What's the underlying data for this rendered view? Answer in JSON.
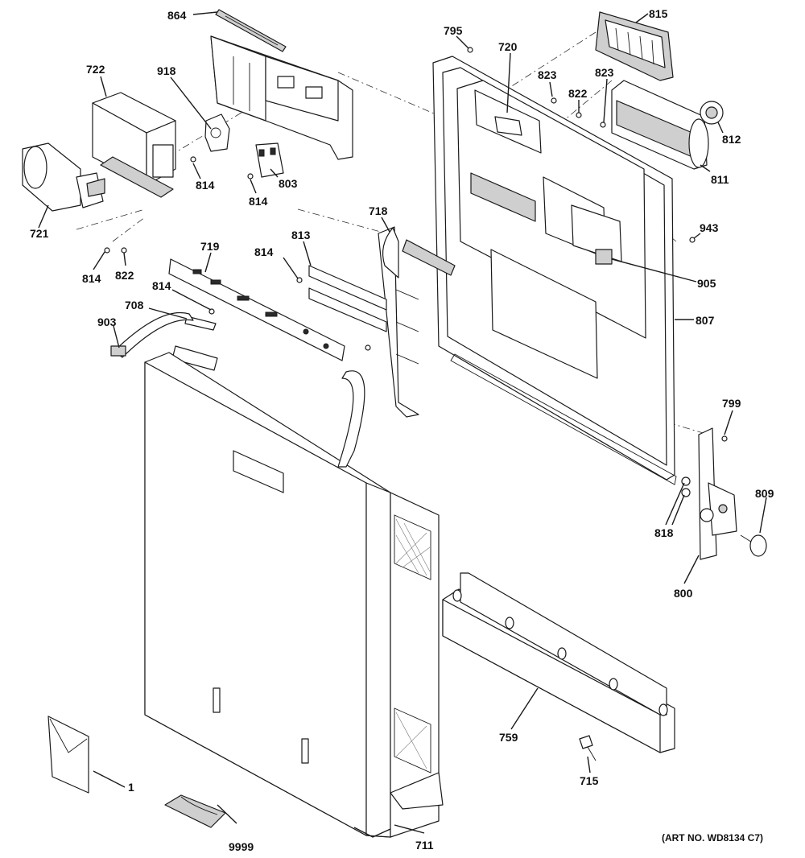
{
  "diagram": {
    "art_number": "(ART NO. WD8134 C7)",
    "callouts": {
      "c864": "864",
      "c815": "815",
      "c795": "795",
      "c720": "720",
      "c722": "722",
      "c918": "918",
      "c823a": "823",
      "c823b": "823",
      "c822a": "822",
      "c812": "812",
      "c811": "811",
      "c814a": "814",
      "c803": "803",
      "c814b": "814",
      "c721": "721",
      "c718": "718",
      "c943": "943",
      "c814c": "814",
      "c822b": "822",
      "c719": "719",
      "c813": "813",
      "c814d": "814",
      "c905": "905",
      "c814e": "814",
      "c708": "708",
      "c903": "903",
      "c807": "807",
      "c799": "799",
      "c809": "809",
      "c818": "818",
      "c800": "800",
      "c759": "759",
      "c715": "715",
      "c1": "1",
      "c9999": "9999",
      "c711": "711"
    }
  }
}
